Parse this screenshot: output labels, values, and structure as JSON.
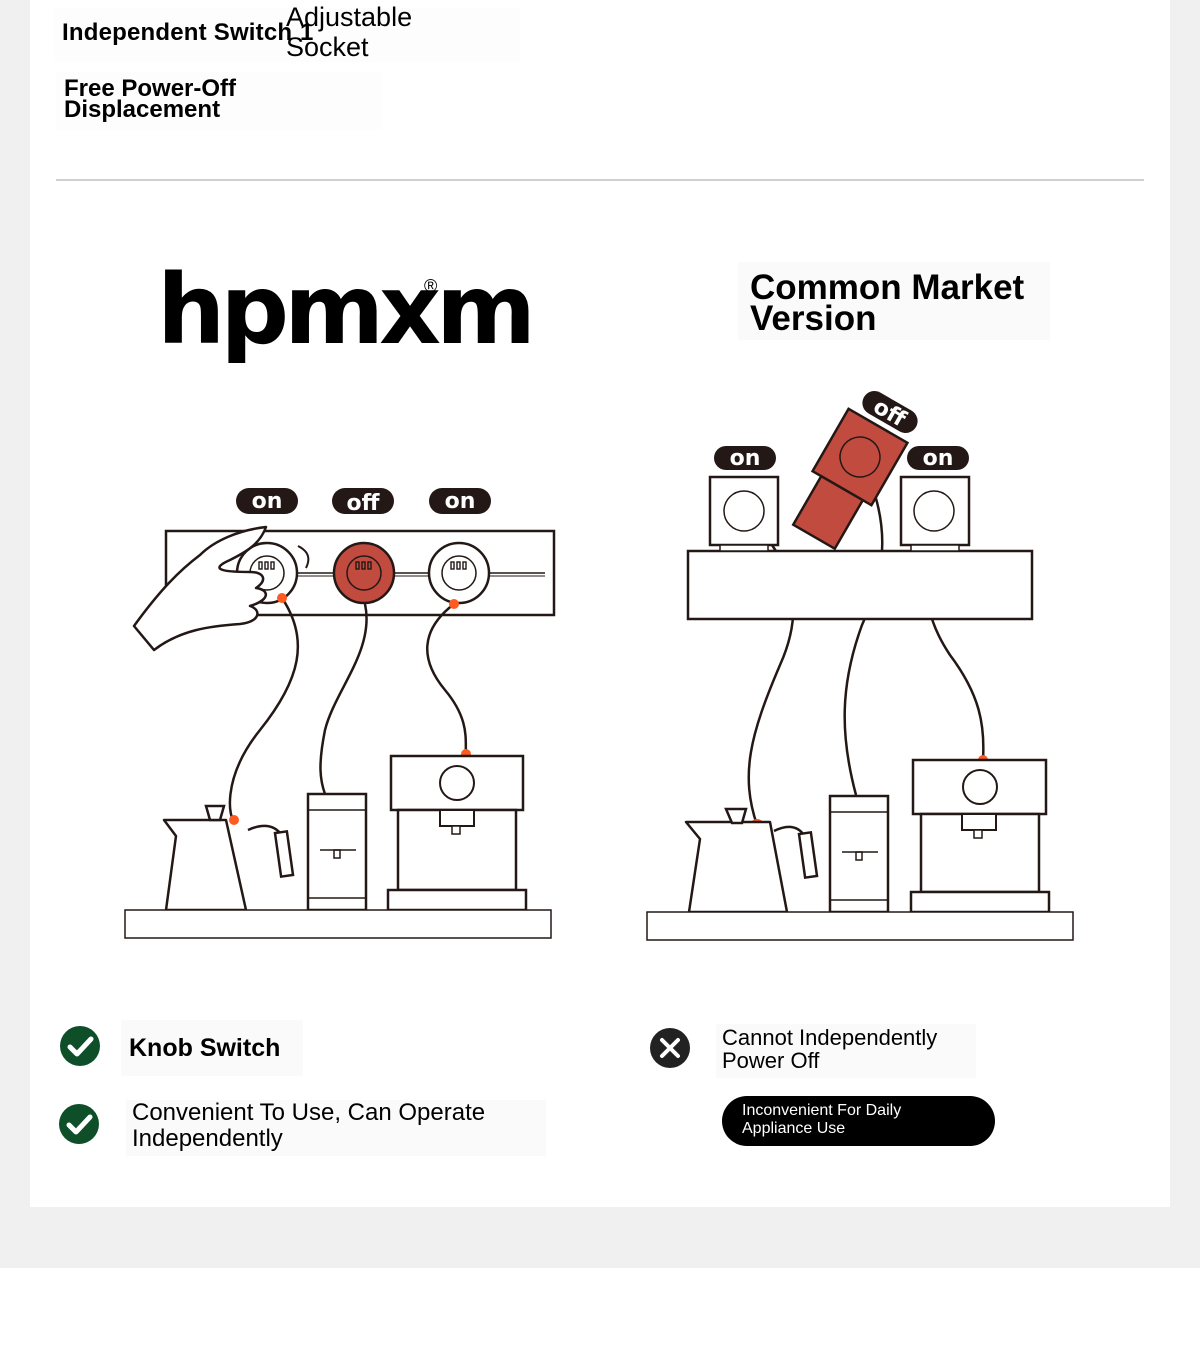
{
  "header_tags": {
    "independent_switch": "Independent Switch",
    "index": "1",
    "adjustable_socket": "Adjustable Socket",
    "free_power_off": "Free Power-Off Displacement"
  },
  "brand": {
    "name": "hpmxm",
    "registered": "®"
  },
  "competitor": {
    "title": "Common Market Version"
  },
  "left_diagram": {
    "labels": [
      "on",
      "off",
      "on"
    ]
  },
  "right_diagram": {
    "labels": [
      "on",
      "off",
      "on"
    ]
  },
  "pros": {
    "knob": "Knob Switch",
    "convenient": "Convenient To Use, Can Operate Independently"
  },
  "cons": {
    "cannot": "Cannot Independently Power Off",
    "inconvenient": "Inconvenient For Daily Appliance Use"
  },
  "colors": {
    "accent_red": "#c24b40",
    "check_green": "#0e4f2a",
    "dot_orange": "#ff5a1f"
  }
}
